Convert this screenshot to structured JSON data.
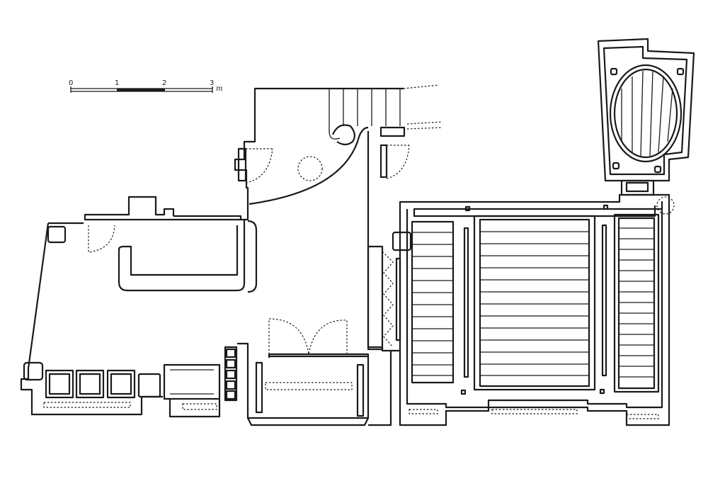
{
  "scale_bar": {
    "ticks": [
      "0",
      "1",
      "2",
      "3"
    ],
    "unit": "m"
  }
}
